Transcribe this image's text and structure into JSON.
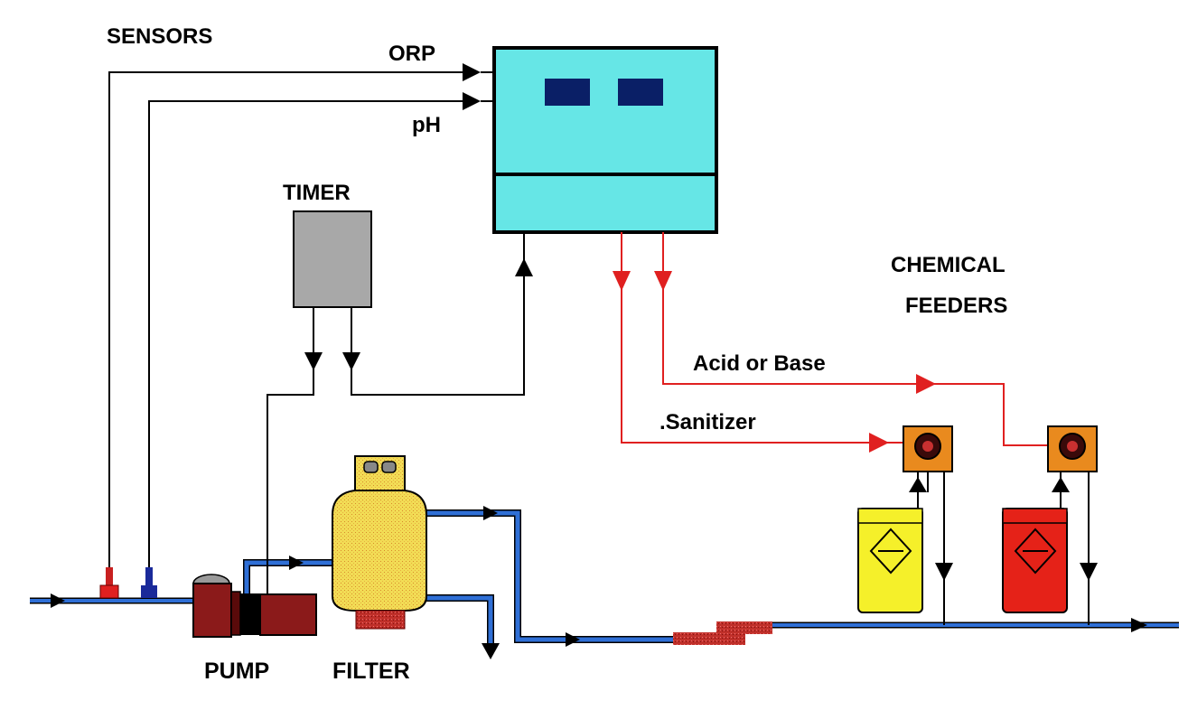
{
  "labels": {
    "sensors": "SENSORS",
    "orp": "ORP",
    "ph": "pH",
    "timer": "TIMER",
    "chemical_feeders_line1": "CHEMICAL",
    "chemical_feeders_line2": "FEEDERS",
    "acid_or_base": "Acid or Base",
    "sanitizer": ".Sanitizer",
    "pump": "PUMP",
    "filter": "FILTER"
  },
  "colors": {
    "water_pipe": "#2f6fd6",
    "signal_line": "#000000",
    "chemical_line": "#e02020",
    "controller": "#66e6e6",
    "controller_display": "#0a1f66",
    "timer": "#a8a8a8",
    "filter": "#f2dc55",
    "pump": "#8b1a1a",
    "feeder_pump": "#e98a1e",
    "sanitizer_tank": "#f5f02a",
    "acid_tank": "#e52218"
  }
}
